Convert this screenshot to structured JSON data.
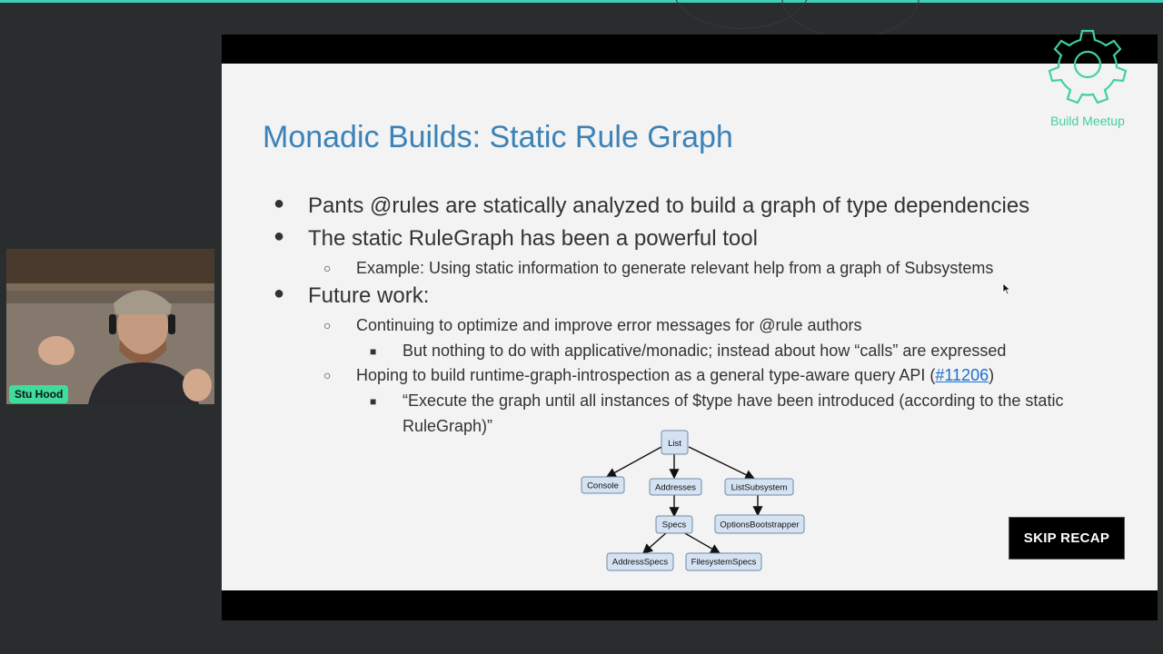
{
  "slide": {
    "title": "Monadic Builds: Static Rule Graph",
    "bullets": {
      "b1": "Pants @rules are statically analyzed to build a graph of type dependencies",
      "b2": "The static RuleGraph has been a powerful tool",
      "b2_sub1": "Example: Using static information to generate relevant help from a graph of Subsystems",
      "b3": "Future work:",
      "b3_sub1": "Continuing to optimize and improve error messages for @rule authors",
      "b3_sub1_sub1": "But nothing to do with applicative/monadic; instead about how “calls” are expressed",
      "b3_sub2_prefix": "Hoping to build runtime-graph-introspection as a general type-aware query API (",
      "b3_sub2_link": "#11206",
      "b3_sub2_suffix": ")",
      "b3_sub2_sub1": "“Execute the graph until all instances of $type have been introduced (according to the static RuleGraph)”"
    },
    "diagram": {
      "nodes": {
        "list": "List",
        "console": "Console",
        "addresses": "Addresses",
        "list_subsystem": "ListSubsystem",
        "specs": "Specs",
        "options_bootstrapper": "OptionsBootstrapper",
        "address_specs": "AddressSpecs",
        "filesystem_specs": "FilesystemSpecs"
      }
    }
  },
  "speaker": {
    "name": "Stu Hood"
  },
  "branding": {
    "logo_text": "Build Meetup",
    "logo_icon": "gear-icon",
    "accent_color": "#3fd0a4"
  },
  "controls": {
    "skip_label": "SKIP RECAP"
  },
  "colors": {
    "title": "#3b82b8",
    "node_fill": "#d4e2f2",
    "name_tag": "#3fdc9e"
  }
}
